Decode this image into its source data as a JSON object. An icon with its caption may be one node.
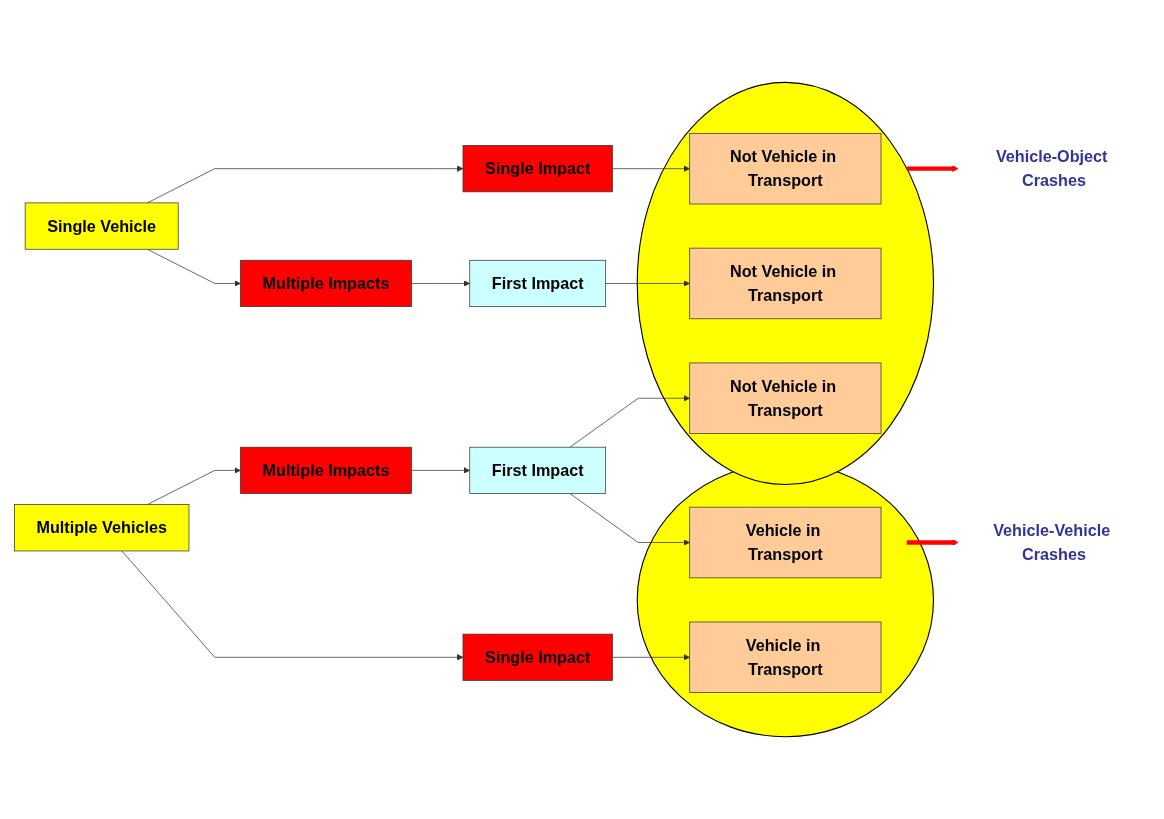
{
  "diagram": {
    "nodes": [
      {
        "text": [
          "Single Vehicle"
        ]
      },
      {
        "text": [
          "Single Impact"
        ]
      },
      {
        "text": [
          "Multiple Impacts"
        ]
      },
      {
        "text": [
          "First Impact"
        ]
      },
      {
        "text": [],
        "shape": "ellipse"
      },
      {
        "text": [
          "Not Vehicle in Transport"
        ],
        "in": 4
      },
      {
        "text": [
          "Not Vehicle in Transport"
        ],
        "in": 4
      },
      {
        "text": [
          "Not Vehicle in Transport"
        ],
        "in": 4
      },
      {
        "text": [
          "Vehicle-Object Crashes"
        ]
      },
      {
        "text": [
          "Multiple Impacts"
        ]
      },
      {
        "text": [
          "First Impact"
        ]
      },
      {
        "text": [
          "Multiple Vehicles"
        ]
      },
      {
        "text": [],
        "shape": "ellipse"
      },
      {
        "text": [
          "Vehicle in Transport"
        ],
        "in": 12
      },
      {
        "text": [
          "Vehicle in Transport"
        ],
        "in": 12
      },
      {
        "text": [
          "Vehicle-Vehicle Crashes"
        ]
      },
      {
        "text": [
          "Single Impact"
        ]
      }
    ],
    "edges": [
      {
        "from": 0,
        "to": 1,
        "arrow": "to"
      },
      {
        "from": 0,
        "to": 2,
        "arrow": "to"
      },
      {
        "from": 1,
        "to": 5,
        "arrow": "to"
      },
      {
        "from": 2,
        "to": 3,
        "arrow": "to"
      },
      {
        "from": 3,
        "to": 6,
        "arrow": "to"
      },
      {
        "from": 4,
        "to": 8,
        "arrow": "to",
        "style": "thick",
        "color": "#ff0000"
      },
      {
        "from": 11,
        "to": 9,
        "arrow": "to"
      },
      {
        "from": 11,
        "to": 16,
        "arrow": "to"
      },
      {
        "from": 9,
        "to": 10,
        "arrow": "to"
      },
      {
        "from": 10,
        "to": 7,
        "arrow": "to"
      },
      {
        "from": 10,
        "to": 13,
        "arrow": "to"
      },
      {
        "from": 16,
        "to": 14,
        "arrow": "to"
      },
      {
        "from": 12,
        "to": 15,
        "arrow": "to",
        "style": "thick",
        "color": "#ff0000"
      }
    ]
  }
}
